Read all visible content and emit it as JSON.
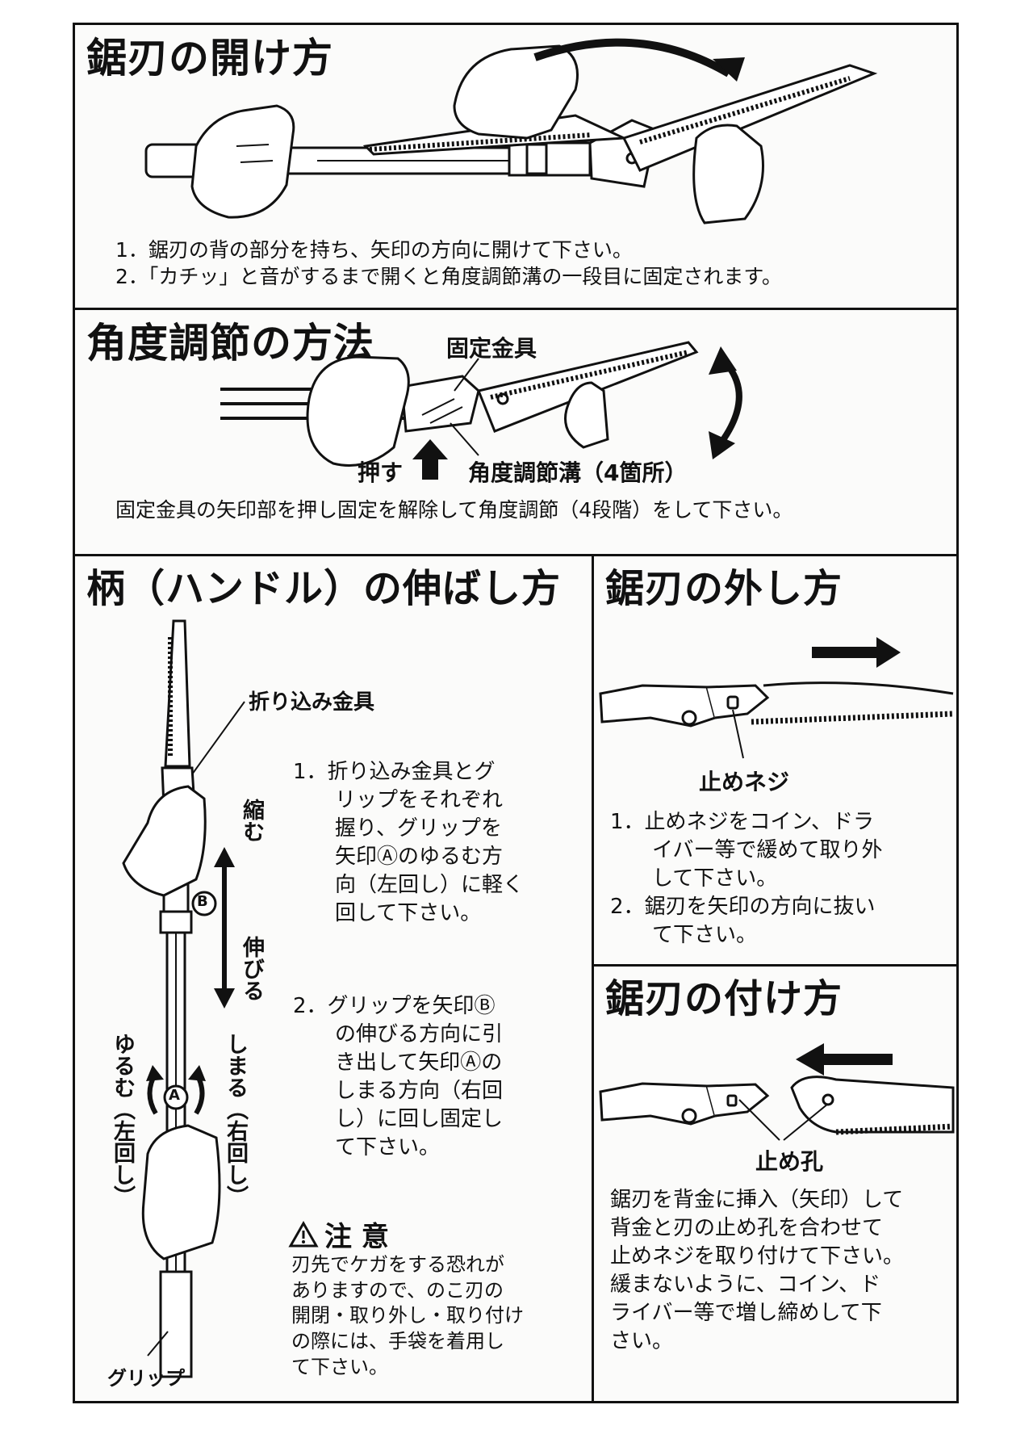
{
  "sections": {
    "open": {
      "title": "鋸刃の開け方",
      "steps": [
        "1．鋸刃の背の部分を持ち、矢印の方向に開けて下さい。",
        "2．「カチッ」と音がするまで開くと角度調節溝の一段目に固定されます。"
      ]
    },
    "angle": {
      "title": "角度調節の方法",
      "label_fixture": "固定金具",
      "label_push": "押す",
      "label_groove": "角度調節溝（4箇所）",
      "caption": "固定金具の矢印部を押し固定を解除して角度調節（4段階）をして下さい。"
    },
    "extend": {
      "title": "柄（ハンドル）の伸ばし方",
      "label_fold": "折り込み金具",
      "label_shrink": "縮む",
      "label_extend": "伸びる",
      "label_loosen": "ゆるむ（左回し）",
      "label_tighten": "しまる（右回し）",
      "label_grip": "グリップ",
      "marker_a": "A",
      "marker_b": "B",
      "step1": [
        "1．折り込み金具とグ",
        "リップをそれぞれ",
        "握り、グリップを",
        "矢印Ⓐのゆるむ方",
        "向（左回し）に軽く",
        "回して下さい。"
      ],
      "step2": [
        "2．グリップを矢印Ⓑ",
        "の伸びる方向に引",
        "き出して矢印Ⓐの",
        "しまる方向（右回",
        "し）に回し固定し",
        "て下さい。"
      ],
      "caution_title": "注 意",
      "caution_text": [
        "刃先でケガをする恐れが",
        "ありますので、のこ刃の",
        "開閉・取り外し・取り付け",
        "の際には、手袋を着用し",
        "て下さい。"
      ]
    },
    "remove": {
      "title": "鋸刃の外し方",
      "label_screw": "止めネジ",
      "steps": [
        "1．止めネジをコイン、ドラ",
        "イバー等で緩めて取り外",
        "して下さい。",
        "2．鋸刃を矢印の方向に抜い",
        "て下さい。"
      ]
    },
    "attach": {
      "title": "鋸刃の付け方",
      "label_hole": "止め孔",
      "text": [
        "鋸刃を背金に挿入（矢印）して",
        "背金と刃の止め孔を合わせて",
        "止めネジを取り付けて下さい。",
        "緩まないように、コイン、ド",
        "ライバー等で増し締めして下",
        "さい。"
      ]
    }
  }
}
